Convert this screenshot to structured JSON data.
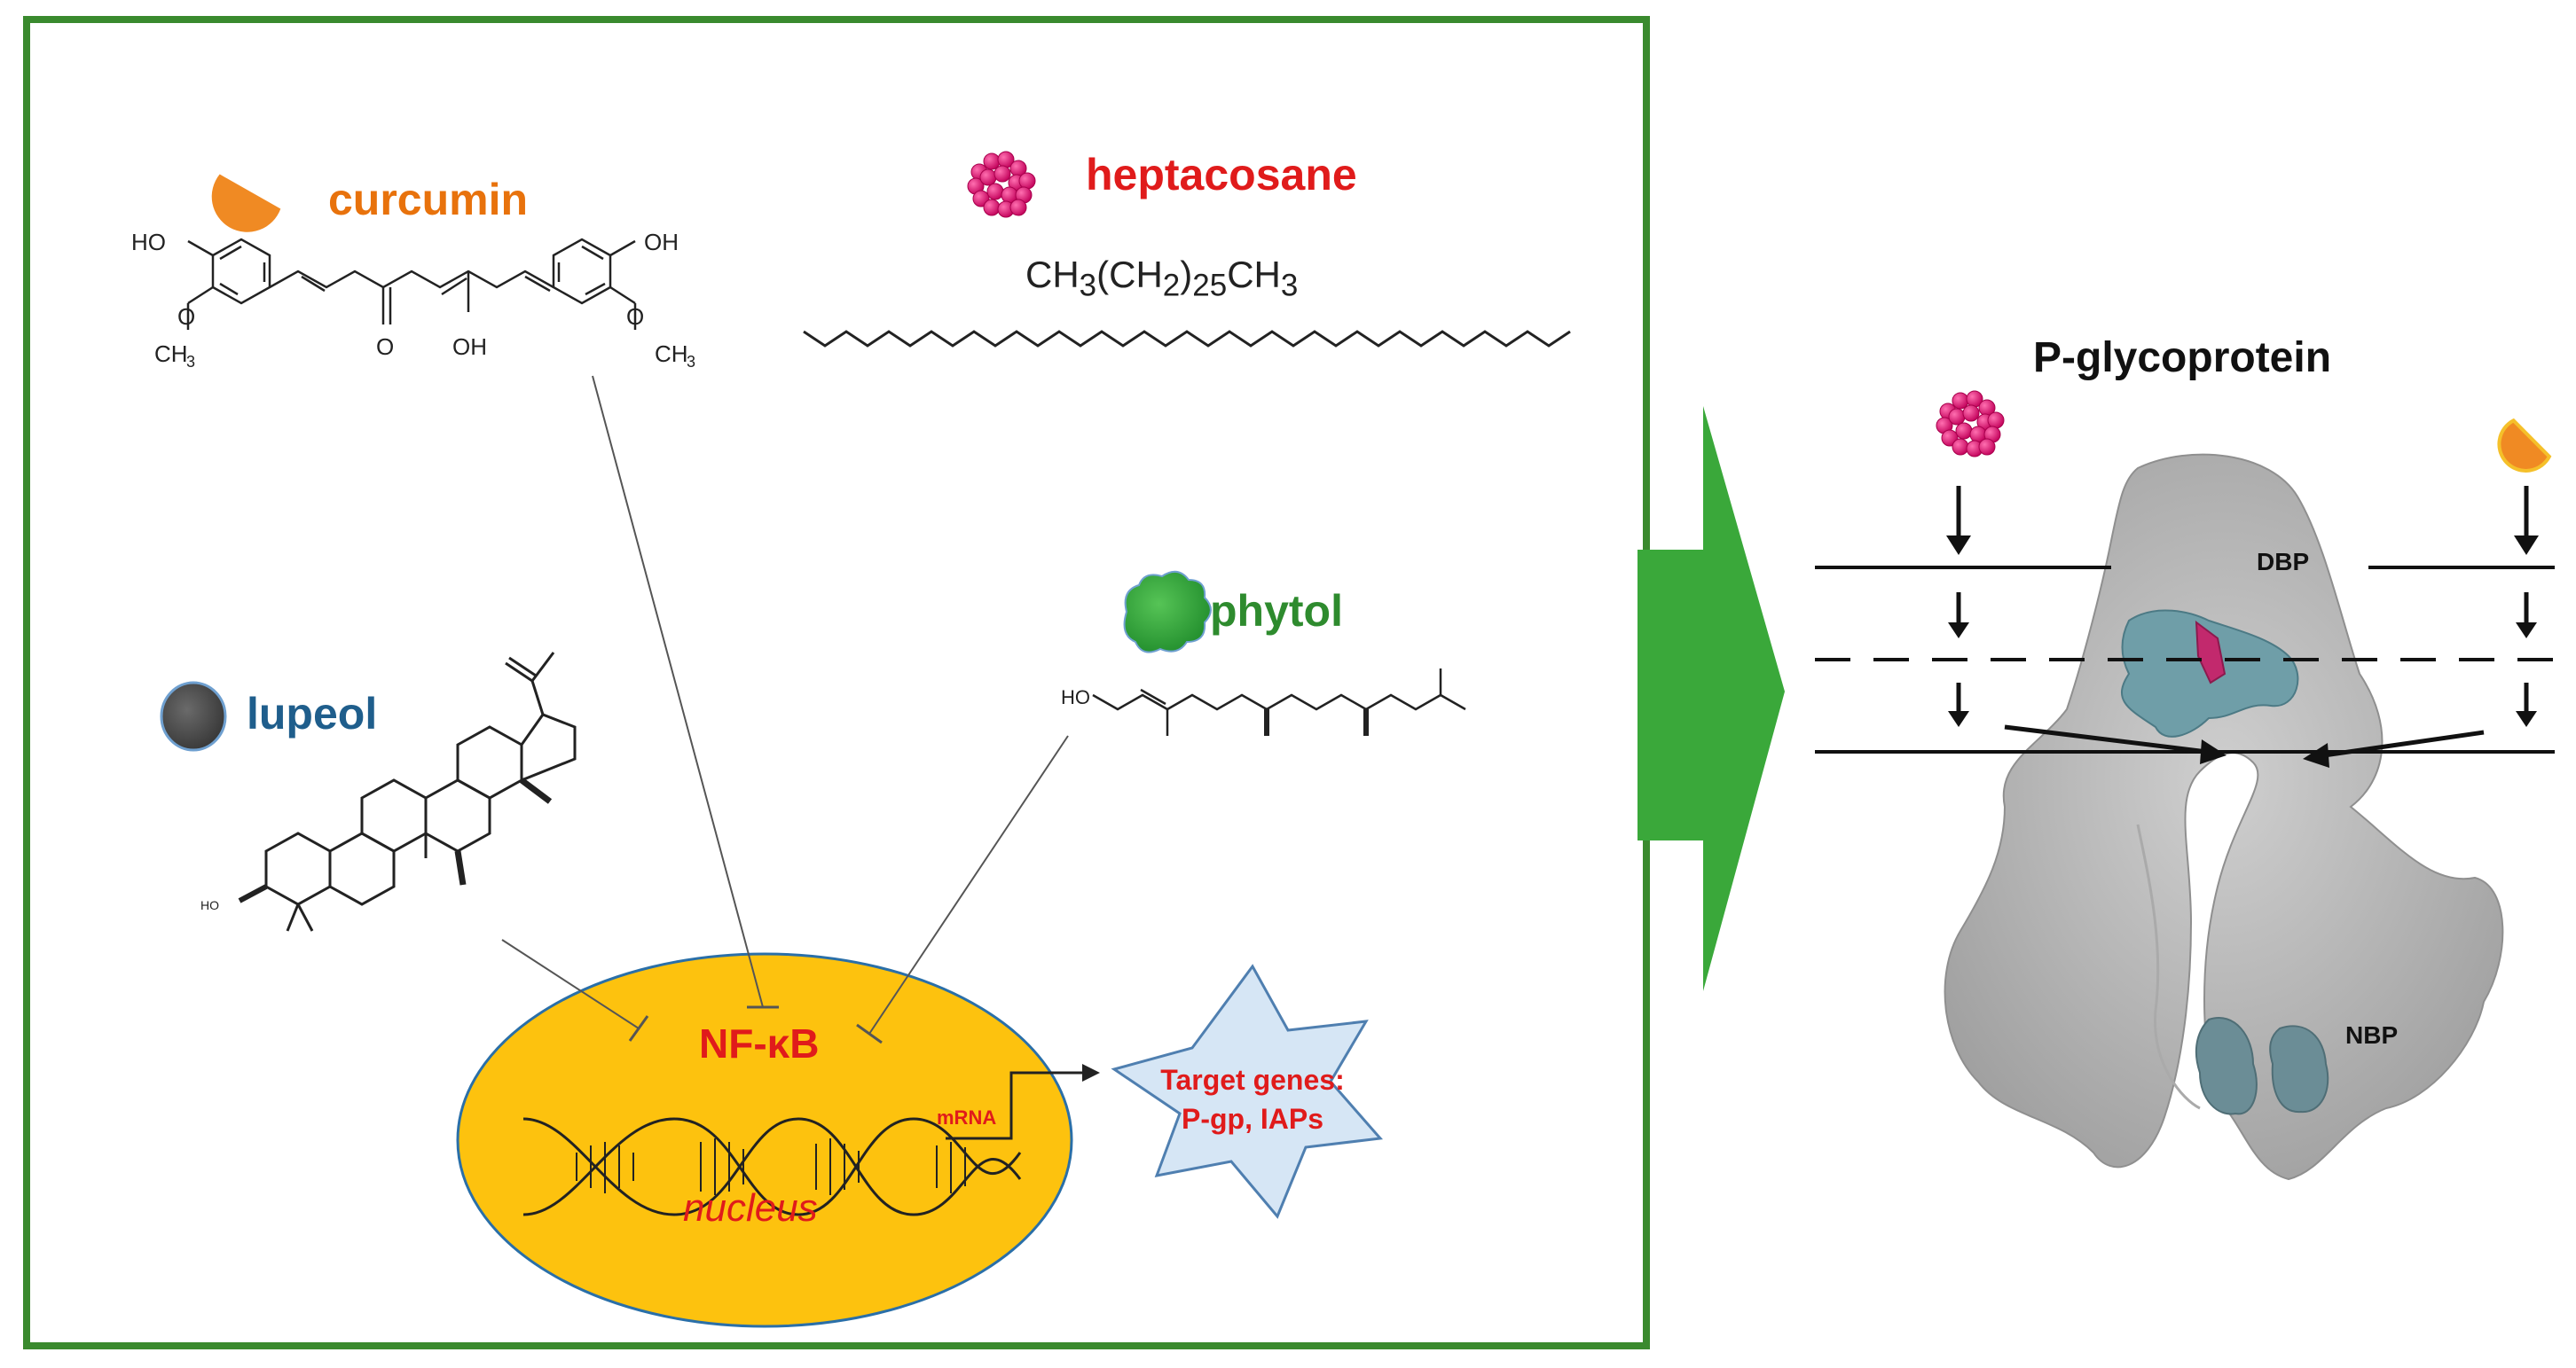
{
  "compounds": {
    "curcumin": {
      "label": "curcumin",
      "color": "#e8720c",
      "icon": "orange-half-disc-icon",
      "atoms": [
        "HO",
        "OH",
        "O",
        "OH",
        "O",
        "CH",
        "3",
        "O",
        "CH",
        "3"
      ]
    },
    "heptacosane": {
      "label": "heptacosane",
      "color": "#e01b1b",
      "icon": "magenta-sphere-cluster-icon",
      "formula": {
        "a": "CH",
        "s1": "3",
        "b": "(CH",
        "s2": "2",
        "c": ")",
        "s3": "25",
        "d": "CH",
        "s4": "3"
      }
    },
    "phytol": {
      "label": "phytol",
      "color": "#2e8b2e",
      "icon": "green-blob-icon",
      "atoms": [
        "HO"
      ]
    },
    "lupeol": {
      "label": "lupeol",
      "color": "#1f5e8c",
      "icon": "dark-grey-ellipse-icon",
      "atoms": [
        "HO"
      ]
    }
  },
  "nucleus": {
    "factor": "NF-κB",
    "mrna": "mRNA",
    "label": "nucleus",
    "fill": "#fdc20e"
  },
  "targets": {
    "line1": "Target genes:",
    "line2": "P-gp, IAPs",
    "fill": "#d6e6f5"
  },
  "pgp": {
    "title": "P-glycoprotein",
    "dbp": "DBP",
    "nbp": "NBP"
  },
  "colors": {
    "frame": "#3a8a2e",
    "arrow": "#3aa83a",
    "label_red": "#e01b1b"
  }
}
